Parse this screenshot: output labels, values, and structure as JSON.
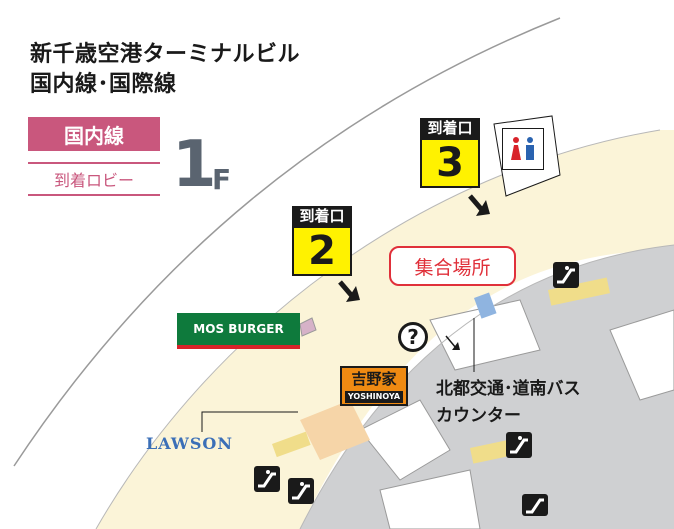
{
  "title": {
    "line1": "新千歳空港ターミナルビル",
    "line2": "国内線･国際線"
  },
  "legend": {
    "category": "国内線",
    "area": "到着ロビー",
    "floor_number": "1",
    "floor_suffix": "F",
    "accent_color": "#c9577d"
  },
  "gates": [
    {
      "header": "到着口",
      "number": "3"
    },
    {
      "header": "到着口",
      "number": "2"
    }
  ],
  "meeting_point": {
    "label": "集合場所",
    "color": "#e0303a"
  },
  "counter": {
    "line1": "北都交通･道南バス",
    "line2": "カウンター"
  },
  "shops": {
    "mos": "MOS BURGER",
    "yoshinoya_jp": "吉野家",
    "yoshinoya_en": "YOSHINOYA",
    "lawson": "LAWSON"
  },
  "info_symbol": "?",
  "icons": {
    "escalator": "escalator-icon",
    "toilet": "restroom-icon",
    "information": "information-icon",
    "arrow": "arrow-icon"
  },
  "colors": {
    "lobby_floor": "#fbf4d8",
    "wall_gray": "#cfd0d2",
    "gate_yellow": "#fff200"
  }
}
